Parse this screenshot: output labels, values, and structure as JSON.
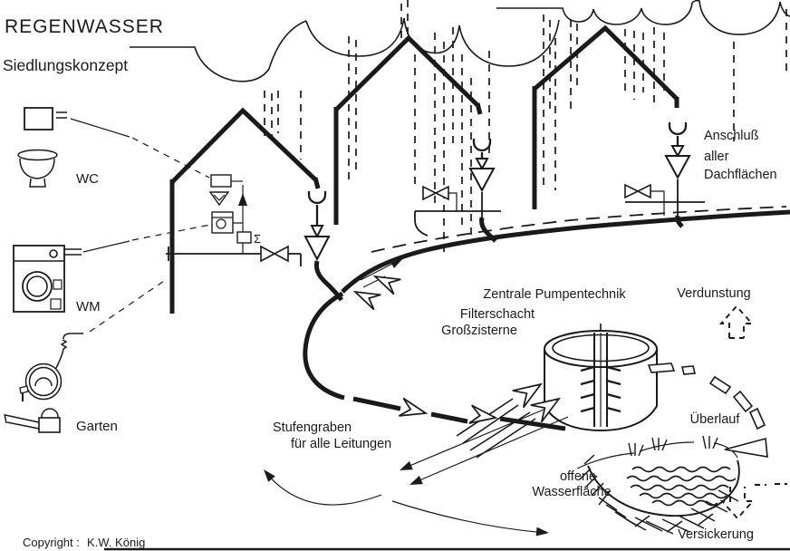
{
  "title": {
    "main": "REGENWASSER",
    "subtitle": "Siedlungskonzept"
  },
  "fixtures": {
    "wc": "WC",
    "wm": "WM",
    "garden": "Garten",
    "meter_symbol": "Σ"
  },
  "labels": {
    "roof_connection": {
      "line1": "Anschluß",
      "line2": "aller",
      "line3": "Dachflächen"
    },
    "evaporation": "Verdunstung",
    "central_pump": "Zentrale Pumpentechnik",
    "filter_shaft": "Filterschacht",
    "large_cistern": "Großzisterne",
    "overflow": "Überlauf",
    "open_water": {
      "line1": "offene",
      "line2": "Wasserfläche"
    },
    "infiltration": "Versickerung",
    "trench": {
      "line1": "Stufengraben",
      "line2": "für alle Leitungen"
    }
  },
  "footer": {
    "copyright": "Copyright :",
    "author": "K.W. König"
  },
  "colors": {
    "ink": "#1a1a1a",
    "paper": "#ffffff"
  }
}
